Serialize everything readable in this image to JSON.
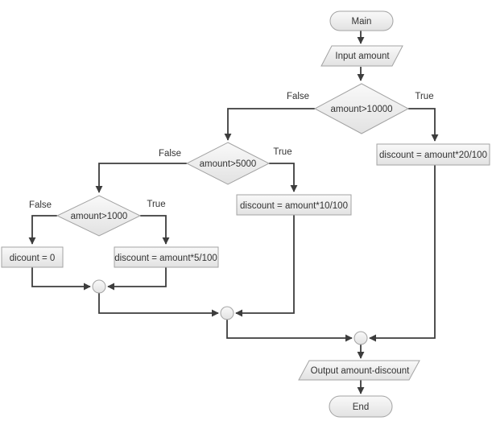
{
  "nodes": {
    "main": {
      "label": "Main",
      "type": "terminator"
    },
    "input": {
      "label": "Input amount",
      "type": "io"
    },
    "check_10000": {
      "label": "amount>10000",
      "type": "decision"
    },
    "check_5000": {
      "label": "amount>5000",
      "type": "decision"
    },
    "check_1000": {
      "label": "amount>1000",
      "type": "decision"
    },
    "discount_20": {
      "label": "discount = amount*20/100",
      "type": "process"
    },
    "discount_10": {
      "label": "discount = amount*10/100",
      "type": "process"
    },
    "discount_5": {
      "label": "discount = amount*5/100",
      "type": "process"
    },
    "discount_0": {
      "label": "dicount = 0",
      "type": "process"
    },
    "output": {
      "label": "Output amount-discount",
      "type": "io"
    },
    "end": {
      "label": "End",
      "type": "terminator"
    }
  },
  "branch_labels": {
    "d1_false": "False",
    "d1_true": "True",
    "d2_false": "False",
    "d2_true": "True",
    "d3_false": "False",
    "d3_true": "True"
  },
  "colors": {
    "shape_fill_top": "#f9f9f9",
    "shape_fill_bottom": "#e2e2e2",
    "shape_border": "#a3a3a3",
    "connector": "#3d3d3d",
    "text_color": "#333333",
    "background": "#ffffff"
  }
}
